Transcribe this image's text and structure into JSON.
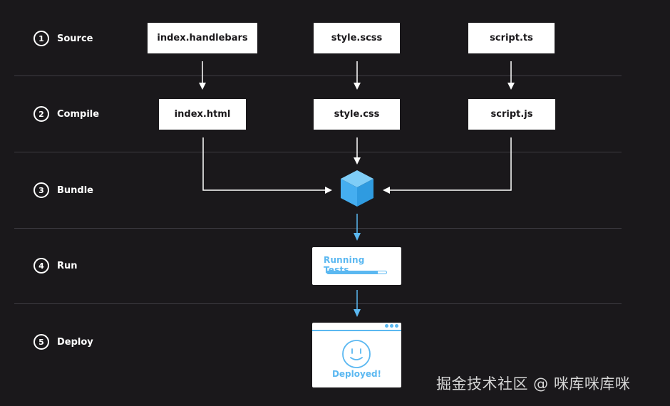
{
  "stages": [
    {
      "number": "1",
      "label": "Source"
    },
    {
      "number": "2",
      "label": "Compile"
    },
    {
      "number": "3",
      "label": "Bundle"
    },
    {
      "number": "4",
      "label": "Run"
    },
    {
      "number": "5",
      "label": "Deploy"
    }
  ],
  "source_files": [
    "index.handlebars",
    "style.scss",
    "script.ts"
  ],
  "compiled_files": [
    "index.html",
    "style.css",
    "script.js"
  ],
  "run_card": {
    "text": "Running Tests...",
    "progress": 0.85
  },
  "deploy_card": {
    "text": "Deployed!"
  },
  "watermark": "掘金技术社区 @ 咪库咪库咪",
  "colors": {
    "background": "#1a181b",
    "accent": "#5bb8f1",
    "divider": "#3e3c42",
    "box": "#ffffff"
  },
  "icons": {
    "bundle": "cube-icon",
    "deploy": "smiley-face-icon"
  }
}
